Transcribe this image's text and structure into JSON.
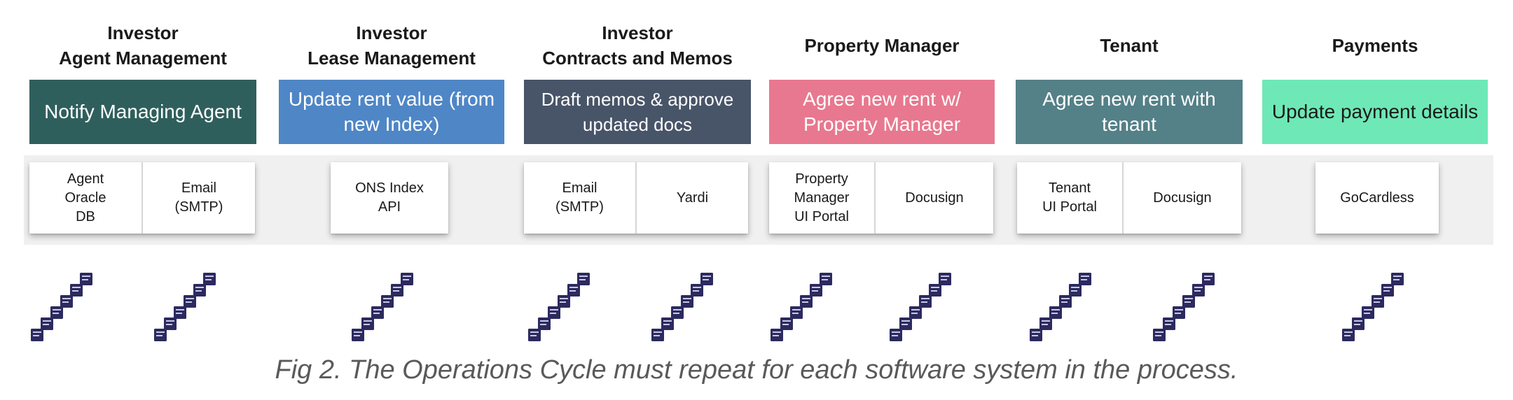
{
  "columns": [
    {
      "heading": [
        "Investor",
        "Agent Management"
      ],
      "step": "Notify Managing Agent",
      "color": "#2f5f5c",
      "systems": [
        "Agent\nOracle\nDB",
        "Email\n(SMTP)"
      ]
    },
    {
      "heading": [
        "Investor",
        "Lease Management"
      ],
      "step": "Update rent value (from new Index)",
      "color": "#4f86c6",
      "systems": [
        "ONS Index\nAPI"
      ]
    },
    {
      "heading": [
        "Investor",
        "Contracts and Memos"
      ],
      "step": "Draft memos & approve updated docs",
      "color": "#485468",
      "systems": [
        "Email\n(SMTP)",
        "Yardi"
      ]
    },
    {
      "heading": [
        "Property Manager"
      ],
      "step": "Agree new rent w/ Property Manager",
      "color": "#e8788f",
      "systems": [
        "Property\nManager\nUI Portal",
        "Docusign"
      ]
    },
    {
      "heading": [
        "Tenant"
      ],
      "step": "Agree new rent with tenant",
      "color": "#548088",
      "systems": [
        "Tenant\nUI Portal",
        "Docusign"
      ]
    },
    {
      "heading": [
        "Payments"
      ],
      "step": "Update payment details",
      "color": "#6ee8b6",
      "text_color": "#1a1a1a",
      "systems": [
        "GoCardless"
      ]
    }
  ],
  "icon": "operations-cycle-staircase-icon",
  "caption": "Fig 2. The Operations Cycle must repeat for each software system in the process."
}
